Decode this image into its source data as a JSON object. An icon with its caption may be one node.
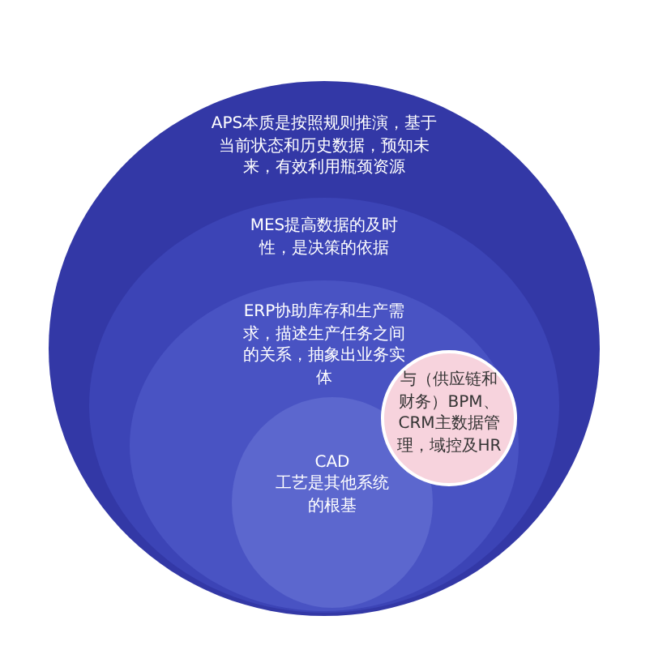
{
  "diagram": {
    "nodes": [
      {
        "text": [
          "APS本质是按照规则推演，基于当前状态和历史数据，预知未来，有效利用瓶颈资源"
        ]
      },
      {
        "text": [
          "MES提高数据的及时性，是决策的依据"
        ],
        "in": 0
      },
      {
        "text": [
          "ERP协助库存和生产需求，描述生产任务之间的关系，抽象出业务实体"
        ],
        "in": 1
      },
      {
        "text": [
          "CAD",
          "工艺是其他系统的根基"
        ],
        "in": 2
      },
      {
        "text": [
          "与（供应链和财务）BPM、CRM主数据管理，域控及HR"
        ],
        "in": 2
      }
    ]
  }
}
